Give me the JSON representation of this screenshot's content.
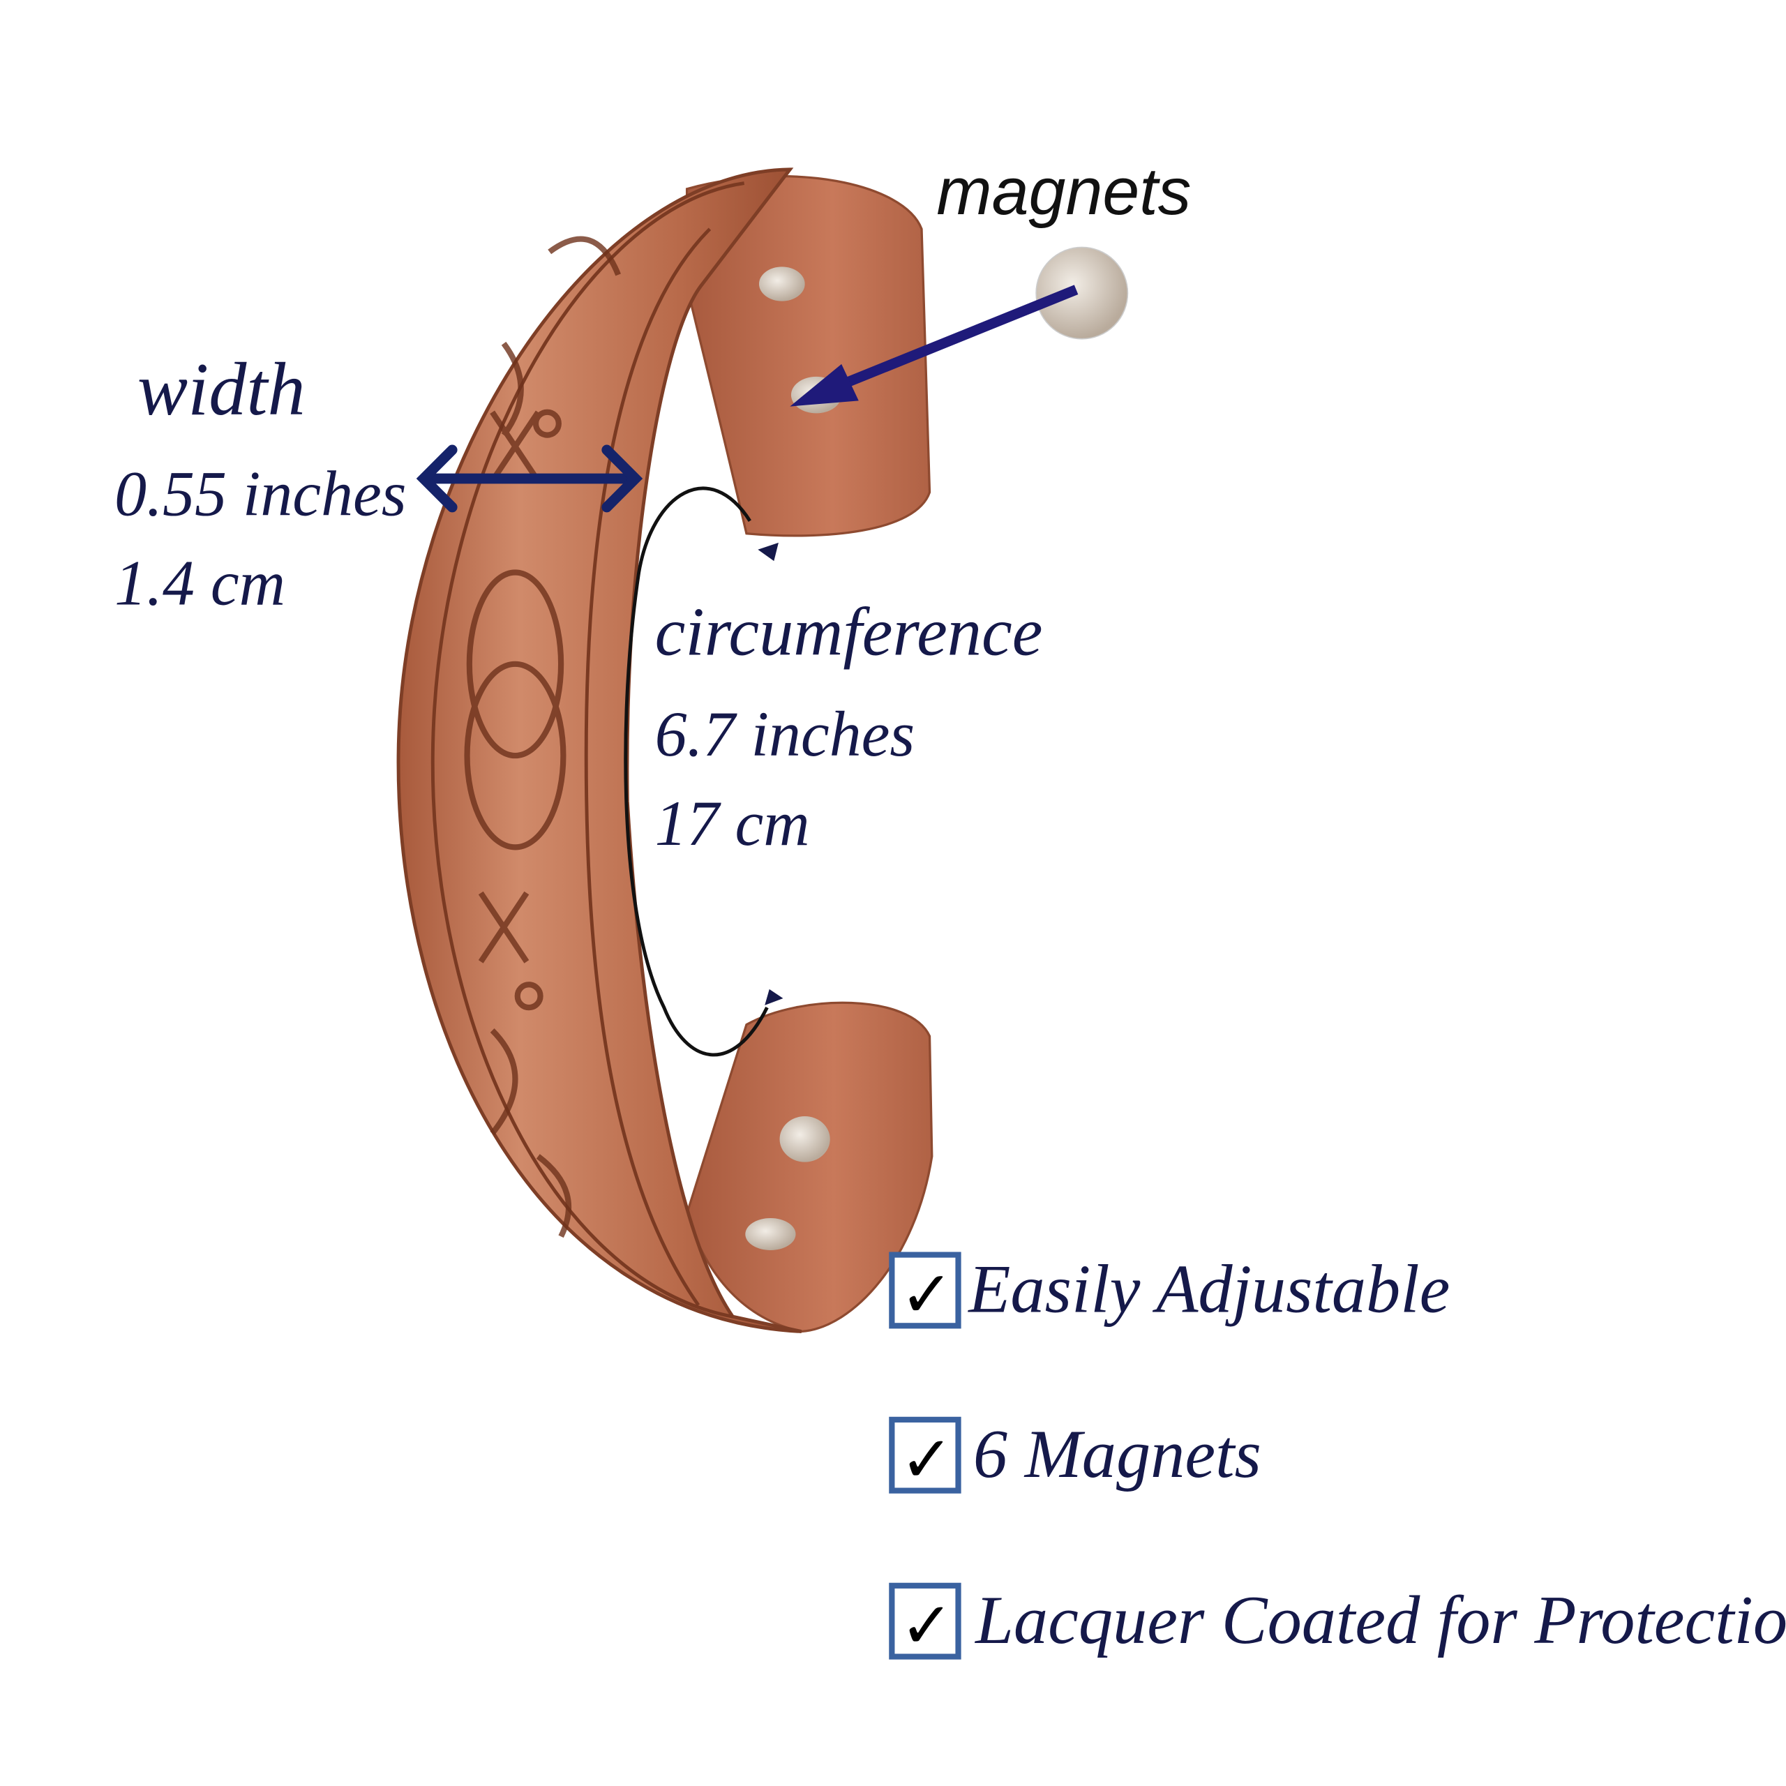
{
  "labels": {
    "magnets": "magnets",
    "width_title": "width",
    "width_inches": "0.55 inches",
    "width_cm": "1.4 cm",
    "circ_title": "circumference",
    "circ_inches": "6.7 inches",
    "circ_cm": "17 cm"
  },
  "features": [
    {
      "label": "Easily Adjustable",
      "checked": true
    },
    {
      "label": "6 Magnets",
      "checked": true
    },
    {
      "label": "Lacquer Coated for Protection",
      "checked": true
    }
  ],
  "colors": {
    "text": "#15194a",
    "arrow": "#1f1a7a",
    "copper": "#c07050",
    "checkbox_border": "#3a62a0"
  }
}
